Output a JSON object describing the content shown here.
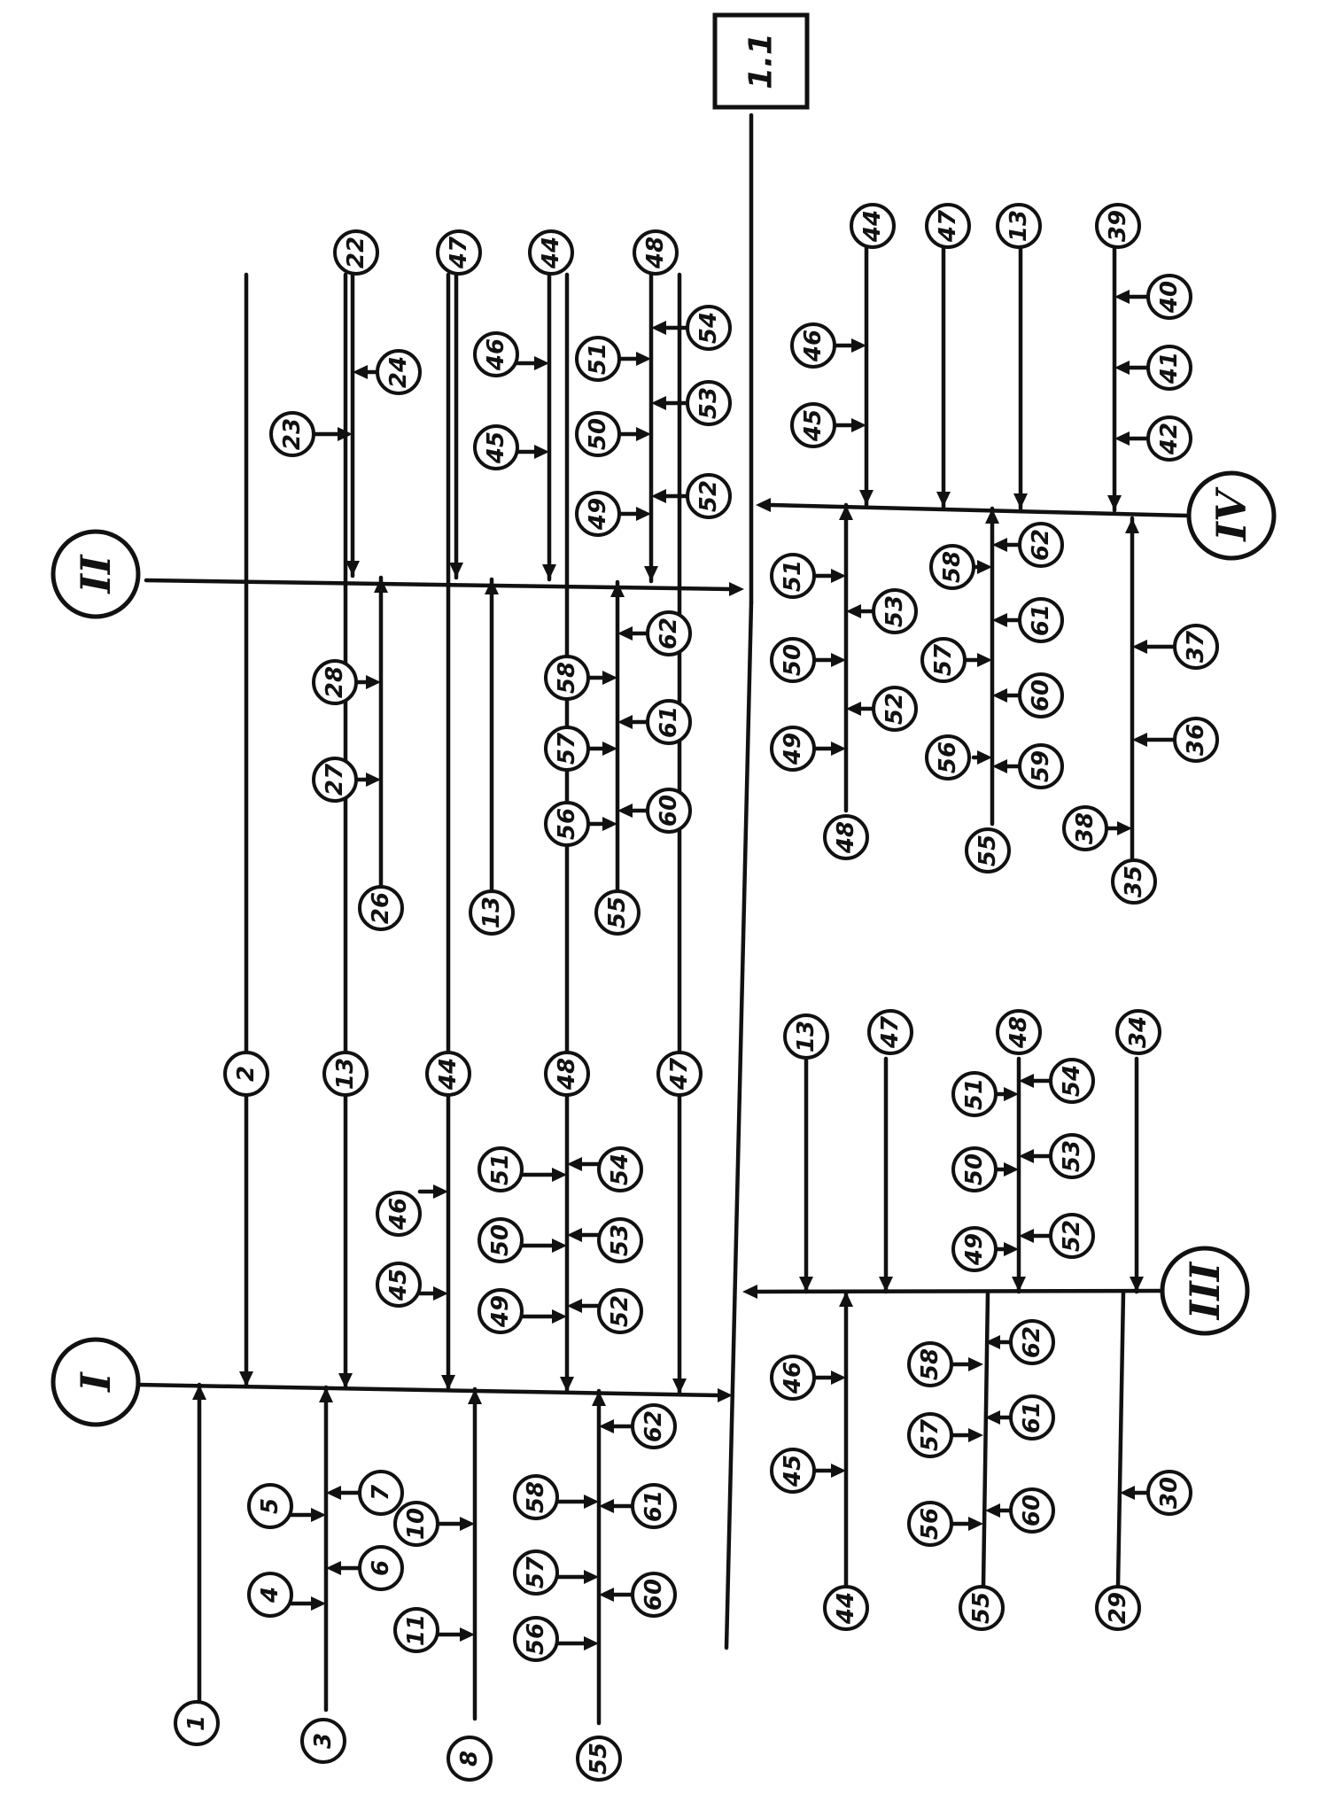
{
  "root": "1.1",
  "groups": [
    {
      "label": "I"
    },
    {
      "label": "II"
    },
    {
      "label": "III"
    },
    {
      "label": "IV"
    }
  ],
  "nodes": [
    "1",
    "2",
    "3",
    "4",
    "5",
    "6",
    "7",
    "8",
    "10",
    "11",
    "13",
    "23",
    "24",
    "22",
    "26",
    "27",
    "28",
    "29",
    "30",
    "34",
    "35",
    "36",
    "37",
    "38",
    "39",
    "40",
    "41",
    "42",
    "44",
    "45",
    "46",
    "47",
    "48",
    "49",
    "50",
    "51",
    "52",
    "53",
    "54",
    "55",
    "56",
    "57",
    "58",
    "59",
    "60",
    "61",
    "62"
  ]
}
